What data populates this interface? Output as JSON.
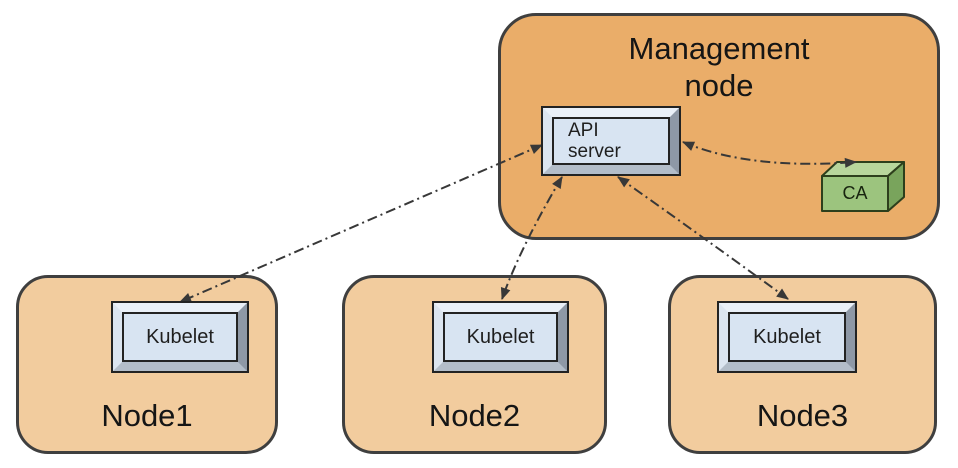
{
  "diagram": {
    "management": {
      "title": "Management\nnode"
    },
    "api_server": {
      "label": "API\nserver"
    },
    "ca": {
      "label": "CA"
    },
    "nodes": [
      {
        "label": "Node1",
        "component": "Kubelet"
      },
      {
        "label": "Node2",
        "component": "Kubelet"
      },
      {
        "label": "Node3",
        "component": "Kubelet"
      }
    ],
    "connections": [
      {
        "from": "API server",
        "to": "Kubelet (Node1)",
        "style": "dash-dot",
        "bidirectional": true
      },
      {
        "from": "API server",
        "to": "Kubelet (Node2)",
        "style": "dash-dot",
        "bidirectional": true
      },
      {
        "from": "API server",
        "to": "Kubelet (Node3)",
        "style": "dash-dot",
        "bidirectional": true
      },
      {
        "from": "API server",
        "to": "CA",
        "style": "dash-dot",
        "bidirectional": true
      }
    ],
    "colors": {
      "management_fill": "#eaad69",
      "node_fill": "#f2cc9e",
      "component_face": "#d8e4f2",
      "ca_front": "#9cc47e",
      "ca_top": "#b8d69c",
      "ca_side": "#79a45c",
      "arrow": "#383838",
      "border": "#3f3f3f"
    }
  }
}
